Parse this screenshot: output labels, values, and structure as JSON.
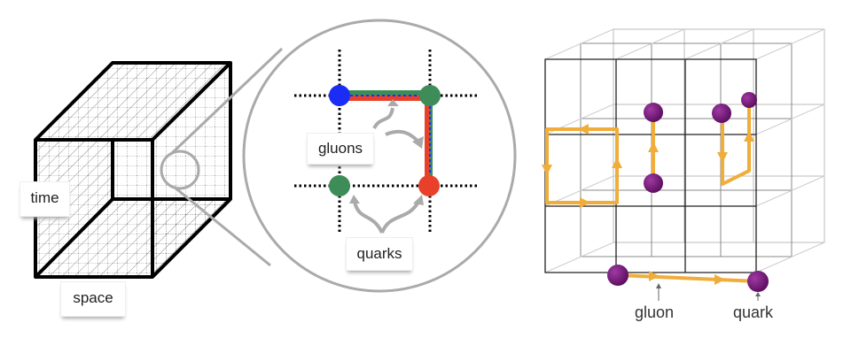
{
  "left_panel": {
    "label_time": "time",
    "label_space": "space"
  },
  "zoom_panel": {
    "label_gluons": "gluons",
    "label_quarks": "quarks",
    "quark_colors": [
      "#1a2cf5",
      "#3e8c57",
      "#3e8c57",
      "#e8402a"
    ]
  },
  "right_panel": {
    "label_gluon": "gluon",
    "label_quark": "quark",
    "gluon_color": "#f0ad3a",
    "quark_color": "#7b1a7e"
  }
}
